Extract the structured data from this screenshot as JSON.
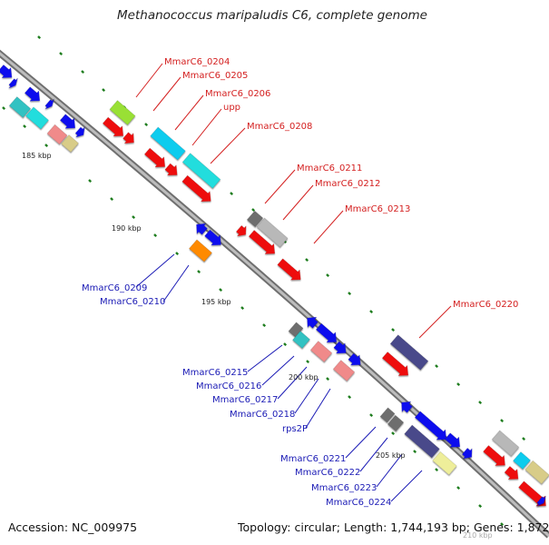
{
  "title": "Methanococcus maripaludis C6, complete genome",
  "footer": {
    "accession_label": "Accession:",
    "accession": "NC_009975",
    "topology_label": "Topology:",
    "topology": "circular;",
    "length_label": "Length:",
    "length": "1,744,193 bp;",
    "genes_label": "Genes:",
    "genes": "1,872"
  },
  "colors": {
    "backbone": "#8c8c8c",
    "tick": "#1e7d1e",
    "forward_label": "#d42020",
    "reverse_label": "#1a1ab5",
    "kbp_label": "#222222"
  },
  "kbp_ticks": [
    {
      "label": "185 kbp"
    },
    {
      "label": "190 kbp"
    },
    {
      "label": "195 kbp"
    },
    {
      "label": "200 kbp"
    },
    {
      "label": "205 kbp"
    },
    {
      "label": "210 kbp"
    }
  ],
  "forward_labels": [
    {
      "text": "MmarC6_0204"
    },
    {
      "text": "MmarC6_0205"
    },
    {
      "text": "MmarC6_0206"
    },
    {
      "text": "upp"
    },
    {
      "text": "MmarC6_0208"
    },
    {
      "text": "MmarC6_0211"
    },
    {
      "text": "MmarC6_0212"
    },
    {
      "text": "MmarC6_0213"
    },
    {
      "text": "MmarC6_0220"
    }
  ],
  "reverse_labels": [
    {
      "text": "MmarC6_0209"
    },
    {
      "text": "MmarC6_0210"
    },
    {
      "text": "MmarC6_0215"
    },
    {
      "text": "MmarC6_0216"
    },
    {
      "text": "MmarC6_0217"
    },
    {
      "text": "MmarC6_0218"
    },
    {
      "text": "rps2P"
    },
    {
      "text": "MmarC6_0221"
    },
    {
      "text": "MmarC6_0222"
    },
    {
      "text": "MmarC6_0223"
    },
    {
      "text": "MmarC6_0224"
    }
  ],
  "feature_colors": {
    "red": "#ee1111",
    "blue": "#1010ee",
    "cyan": "#22dddd",
    "teal": "#33c2c2",
    "lightcyan": "#11ccee",
    "pink": "#f08a8a",
    "tan": "#d8cc88",
    "lime": "#99e035",
    "gray": "#b8b8b8",
    "darkgray": "#6e6e6e",
    "orange": "#ff8a00",
    "slate": "#4a4a8a",
    "khaki": "#eeee9a"
  }
}
